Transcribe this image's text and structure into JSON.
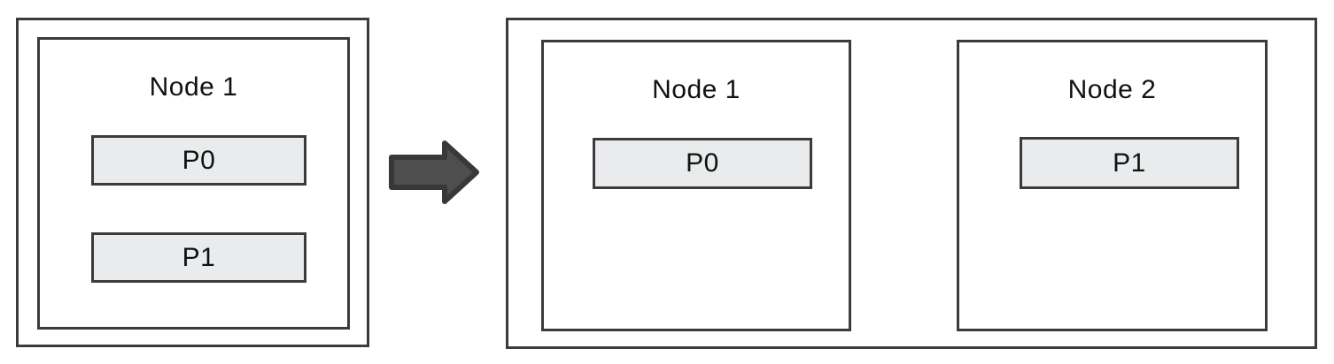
{
  "diagram": {
    "title": "process-migration-before-after",
    "before": {
      "node": {
        "label": "Node 1",
        "processes": [
          {
            "label": "P0"
          },
          {
            "label": "P1"
          }
        ]
      }
    },
    "arrow": {
      "icon": "right-arrow-icon",
      "direction": "right"
    },
    "after": {
      "nodes": [
        {
          "label": "Node 1",
          "processes": [
            {
              "label": "P0"
            }
          ]
        },
        {
          "label": "Node 2",
          "processes": [
            {
              "label": "P1"
            }
          ]
        }
      ]
    },
    "colors": {
      "border": "#3b3b3b",
      "process_fill": "#e9ebec",
      "arrow_fill": "#4e4e4e",
      "arrow_stroke": "#383838",
      "text": "#111111",
      "background": "#ffffff"
    }
  }
}
